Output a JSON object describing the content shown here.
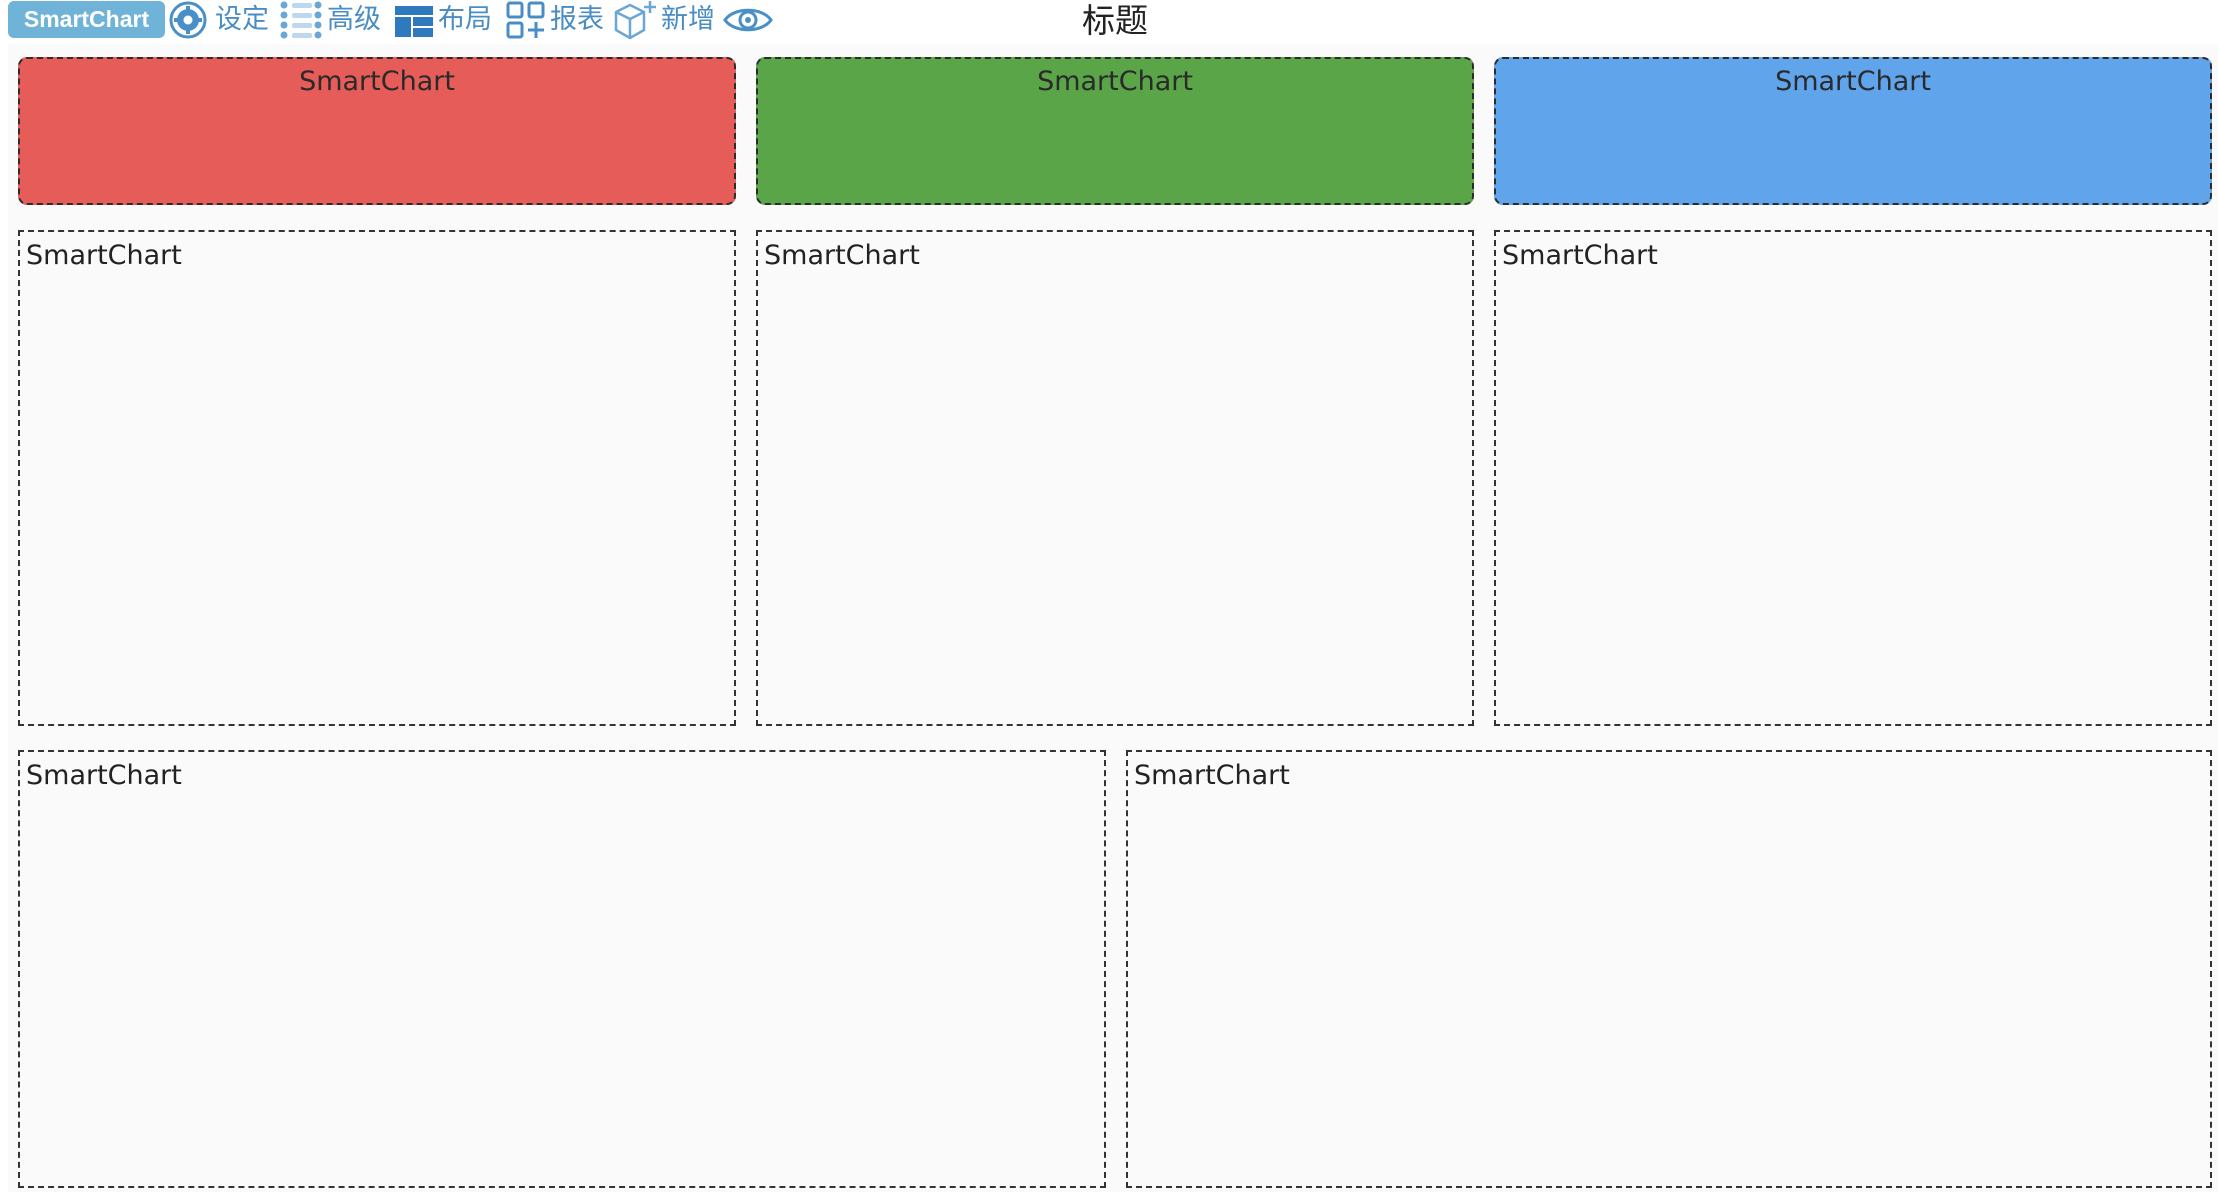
{
  "toolbar": {
    "brand_label": "SmartChart",
    "items": [
      {
        "label": "设定",
        "icon": "gear-icon"
      },
      {
        "label": "高级",
        "icon": "grid-dots-icon"
      },
      {
        "label": "布局",
        "icon": "layout-icon"
      },
      {
        "label": "报表",
        "icon": "report-icon"
      },
      {
        "label": "新增",
        "icon": "add-cube-icon"
      },
      {
        "label": "",
        "icon": "eye-icon"
      }
    ]
  },
  "page": {
    "title": "标题"
  },
  "kpi_cards": [
    {
      "title": "SmartChart",
      "color": "#e55c58"
    },
    {
      "title": "SmartChart",
      "color": "#5aa548"
    },
    {
      "title": "SmartChart",
      "color": "#60a4ec"
    }
  ],
  "charts_row2": [
    {
      "title": "SmartChart"
    },
    {
      "title": "SmartChart"
    },
    {
      "title": "SmartChart"
    }
  ],
  "charts_row3": [
    {
      "title": "SmartChart"
    },
    {
      "title": "SmartChart"
    }
  ],
  "colors": {
    "brand": "#6fb3d8",
    "toolbar_accent": "#4a90c8",
    "workspace_bg": "#fafafa",
    "border": "#333333"
  }
}
